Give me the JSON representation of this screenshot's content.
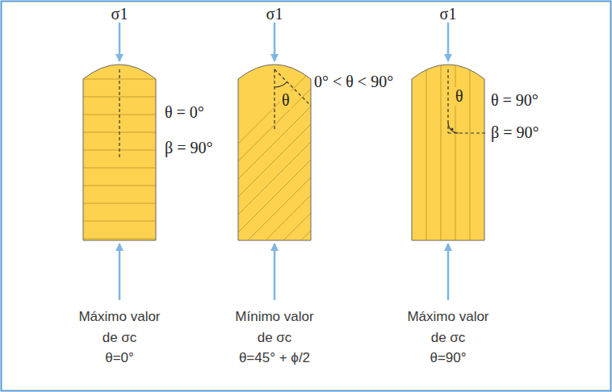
{
  "diagram": {
    "labels": [
      "σ1",
      "σ1",
      "σ1",
      "θ = 0°",
      "β = 90°",
      "θ",
      "0° < θ < 90°",
      "θ",
      "θ = 90°",
      "β = 90°",
      "Máximo valor de σc θ=0°",
      "Mínimo valor de σc θ=45° + ϕ/2",
      "Máximo valor de σc θ=90°"
    ]
  }
}
